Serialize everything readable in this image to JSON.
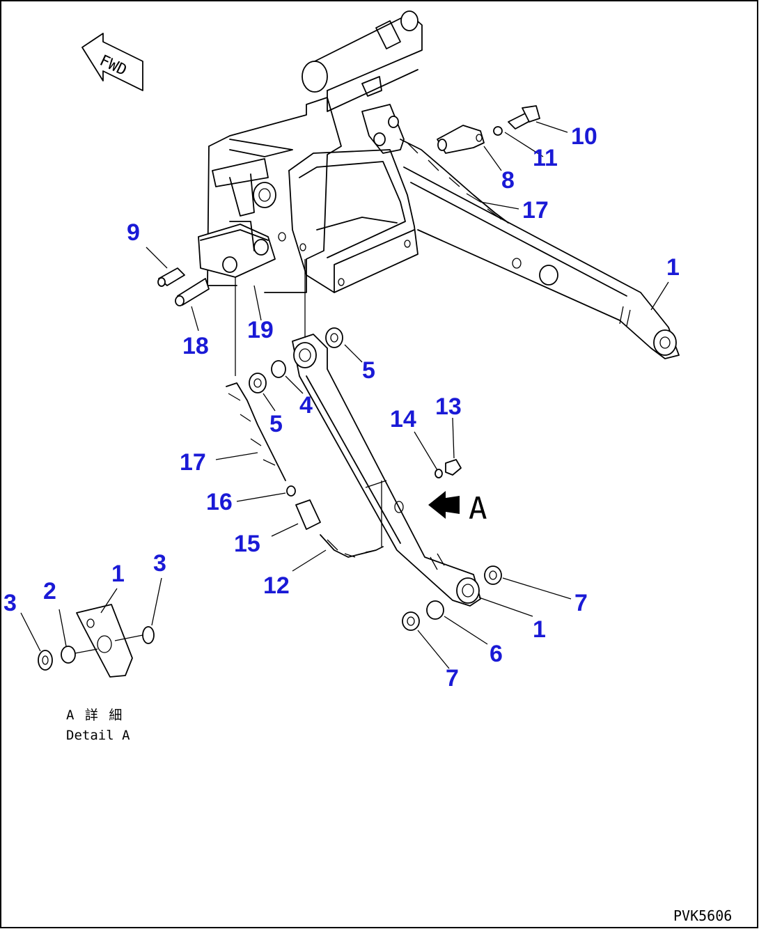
{
  "fwd_label": "FWD",
  "detail_marker": "A",
  "detail_caption_jp": "A 詳 細",
  "detail_caption_en": "Detail A",
  "figure_code": "PVK5606",
  "callouts": [
    {
      "id": "c10",
      "text": "10"
    },
    {
      "id": "c11",
      "text": "11"
    },
    {
      "id": "c8",
      "text": "8"
    },
    {
      "id": "c17a",
      "text": "17"
    },
    {
      "id": "c1a",
      "text": "1"
    },
    {
      "id": "c9",
      "text": "9"
    },
    {
      "id": "c18",
      "text": "18"
    },
    {
      "id": "c19",
      "text": "19"
    },
    {
      "id": "c5a",
      "text": "5"
    },
    {
      "id": "c4",
      "text": "4"
    },
    {
      "id": "c5b",
      "text": "5"
    },
    {
      "id": "c13",
      "text": "13"
    },
    {
      "id": "c14",
      "text": "14"
    },
    {
      "id": "c17b",
      "text": "17"
    },
    {
      "id": "c16",
      "text": "16"
    },
    {
      "id": "c15",
      "text": "15"
    },
    {
      "id": "c12",
      "text": "12"
    },
    {
      "id": "c7a",
      "text": "7"
    },
    {
      "id": "c1b",
      "text": "1"
    },
    {
      "id": "c6",
      "text": "6"
    },
    {
      "id": "c7b",
      "text": "7"
    },
    {
      "id": "c3a",
      "text": "3"
    },
    {
      "id": "c2",
      "text": "2"
    },
    {
      "id": "c1c",
      "text": "1"
    },
    {
      "id": "c3b",
      "text": "3"
    }
  ]
}
